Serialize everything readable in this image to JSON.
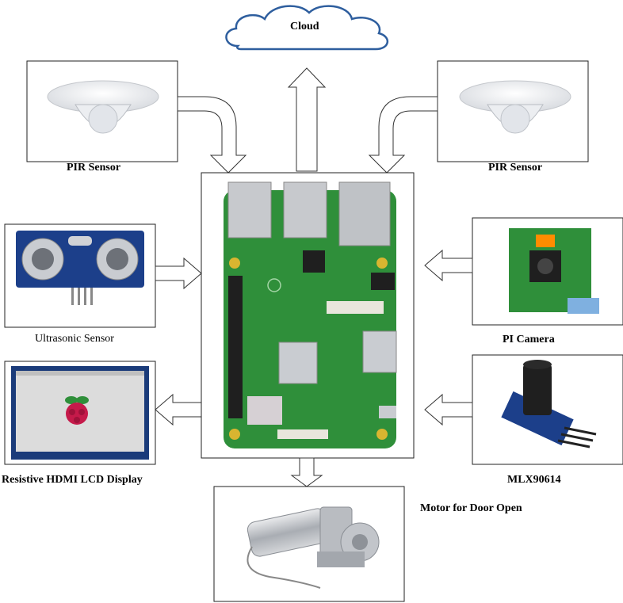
{
  "labels": {
    "cloud": "Cloud",
    "pir_left": "PIR Sensor",
    "pir_right": "PIR Sensor",
    "ultrasonic": "Ultrasonic Sensor",
    "pi_camera": "PI Camera",
    "lcd": "Resistive HDMI LCD Display",
    "mlx": "MLX90614",
    "motor": "Motor for Door Open"
  },
  "colors": {
    "cloud_stroke": "#2e5e9e",
    "board_green": "#2f8f3a",
    "sensor_blue": "#1c3f8a",
    "raspberry_red": "#c51a4a"
  }
}
